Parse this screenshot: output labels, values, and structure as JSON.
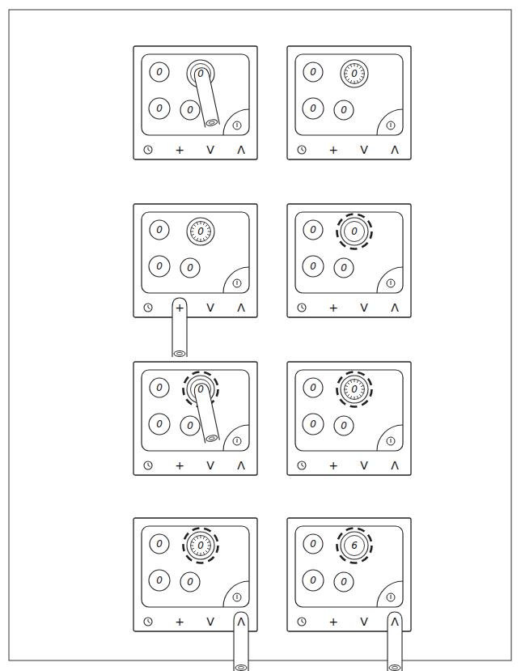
{
  "diagram": {
    "labels": [
      "0",
      "0",
      "0",
      "0",
      "+",
      "V",
      "Λ",
      "0",
      "0",
      "0",
      "0",
      "+",
      "V",
      "Λ",
      "0",
      "0",
      "0",
      "0",
      "+",
      "V",
      "Λ",
      "0",
      "0",
      "0",
      "0",
      "+",
      "V",
      "Λ",
      "0",
      "0",
      "0",
      "0",
      "+",
      "V",
      "Λ",
      "0",
      "0",
      "0",
      "0",
      "+",
      "V",
      "Λ",
      "0",
      "0",
      "0",
      "0",
      "+",
      "V",
      "Λ",
      "0",
      "6",
      "0",
      "0",
      "+",
      "V",
      "Λ"
    ]
  }
}
